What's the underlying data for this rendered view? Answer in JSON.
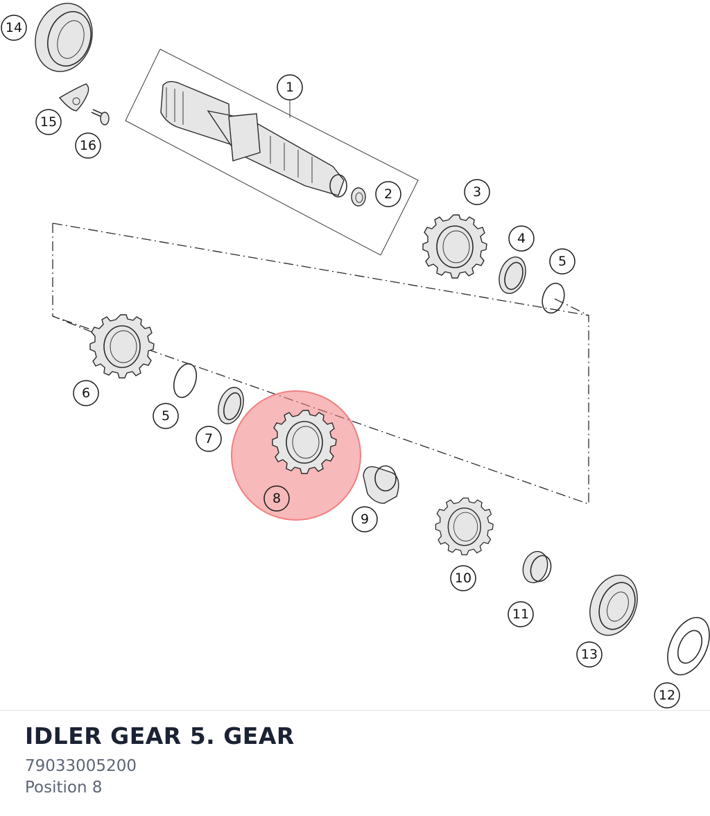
{
  "part": {
    "title": "IDLER GEAR 5. GEAR",
    "number": "79033005200",
    "position": "Position 8"
  },
  "diagram": {
    "highlight_color": "#f08080",
    "callouts": [
      {
        "id": "callout-1",
        "label": "1"
      },
      {
        "id": "callout-2",
        "label": "2"
      },
      {
        "id": "callout-3",
        "label": "3"
      },
      {
        "id": "callout-4",
        "label": "4"
      },
      {
        "id": "callout-5a",
        "label": "5"
      },
      {
        "id": "callout-5b",
        "label": "5"
      },
      {
        "id": "callout-6",
        "label": "6"
      },
      {
        "id": "callout-7",
        "label": "7"
      },
      {
        "id": "callout-8",
        "label": "8"
      },
      {
        "id": "callout-9",
        "label": "9"
      },
      {
        "id": "callout-10",
        "label": "10"
      },
      {
        "id": "callout-11",
        "label": "11"
      },
      {
        "id": "callout-12",
        "label": "12"
      },
      {
        "id": "callout-13",
        "label": "13"
      },
      {
        "id": "callout-14",
        "label": "14"
      },
      {
        "id": "callout-15",
        "label": "15"
      },
      {
        "id": "callout-16",
        "label": "16"
      }
    ]
  }
}
